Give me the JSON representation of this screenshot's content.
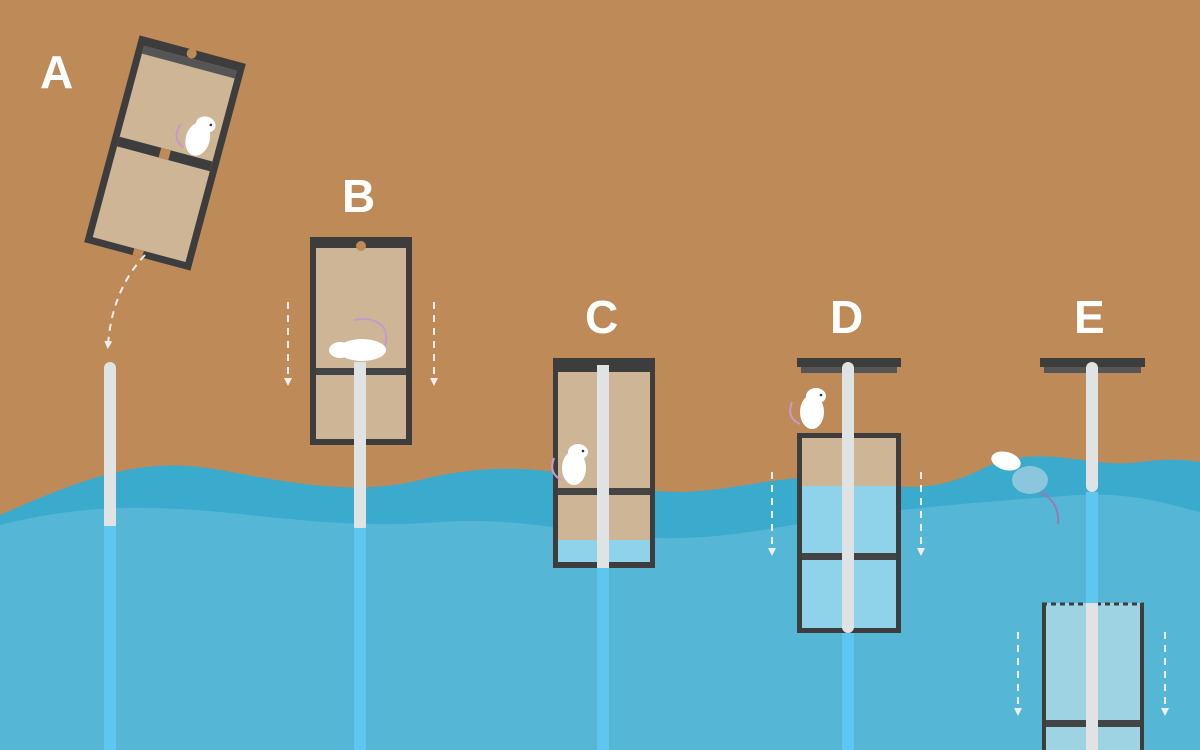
{
  "panels": [
    {
      "label": "A"
    },
    {
      "label": "B"
    },
    {
      "label": "C"
    },
    {
      "label": "D"
    },
    {
      "label": "E"
    }
  ],
  "colors": {
    "background": "#be8a58",
    "water_back": "#3aaacd",
    "water_front": "#55b6d6",
    "container_frame": "#3d3d3d",
    "container_fill": "#cdb596",
    "pole": "#dfe3e3",
    "pole_submerged": "#5ec6ef",
    "mouse": "#ffffff"
  }
}
